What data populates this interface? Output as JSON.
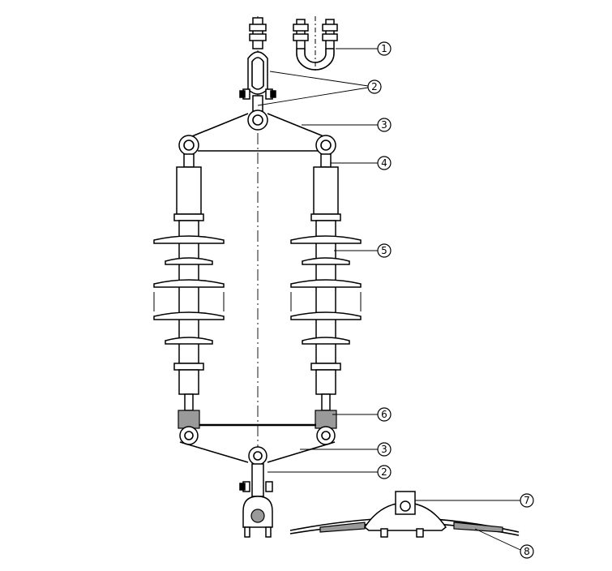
{
  "callouts": [
    {
      "id": "c1",
      "label": "1"
    },
    {
      "id": "c2a",
      "label": "2"
    },
    {
      "id": "c3a",
      "label": "3"
    },
    {
      "id": "c4",
      "label": "4"
    },
    {
      "id": "c5",
      "label": "5"
    },
    {
      "id": "c6",
      "label": "6"
    },
    {
      "id": "c3b",
      "label": "3"
    },
    {
      "id": "c2b",
      "label": "2"
    },
    {
      "id": "c7",
      "label": "7"
    },
    {
      "id": "c8",
      "label": "8"
    }
  ]
}
